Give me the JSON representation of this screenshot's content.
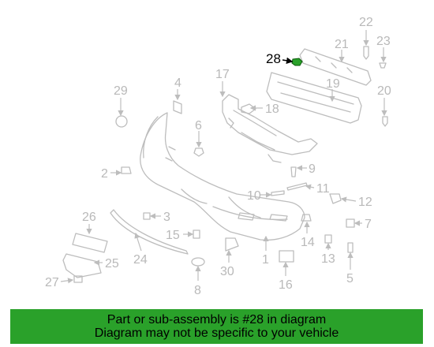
{
  "diagram": {
    "highlighted_part": "28",
    "highlight_color": "#2aa12a",
    "callouts": [
      "22",
      "23",
      "21",
      "28",
      "19",
      "20",
      "29",
      "4",
      "17",
      "18",
      "6",
      "9",
      "2",
      "10",
      "11",
      "12",
      "3",
      "26",
      "7",
      "15",
      "14",
      "13",
      "25",
      "24",
      "1",
      "5",
      "27",
      "8",
      "30",
      "16"
    ]
  },
  "banner": {
    "line1": "Part or sub-assembly is #28 in diagram",
    "line2": "Diagram may not be specific to your vehicle",
    "color": "#2aa12a"
  }
}
